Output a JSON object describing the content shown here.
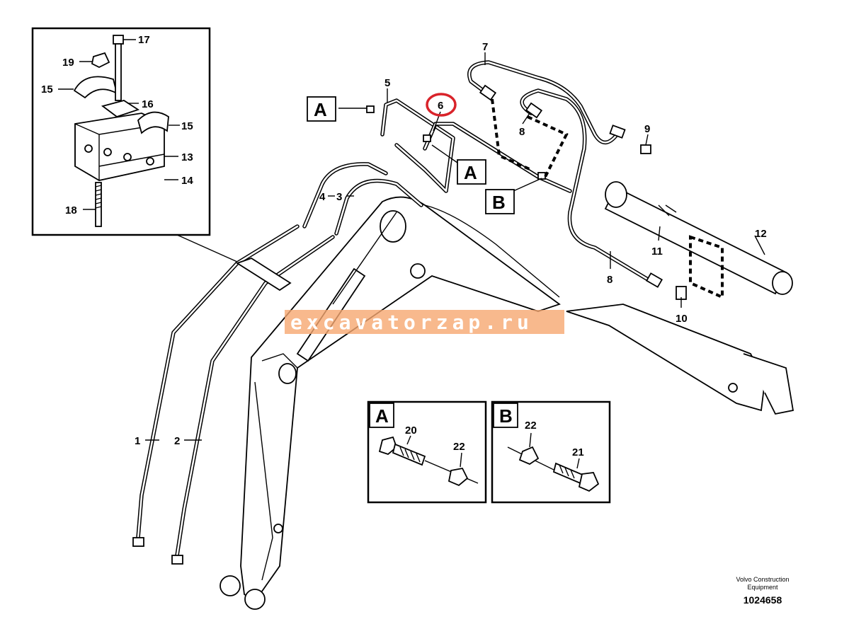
{
  "callouts": {
    "c1": "1",
    "c2": "2",
    "c3": "3",
    "c4": "4",
    "c5": "5",
    "c6": "6",
    "c7": "7",
    "c8a": "8",
    "c8b": "8",
    "c9": "9",
    "c10": "10",
    "c11": "11",
    "c12": "12",
    "c13": "13",
    "c14": "14",
    "c15a": "15",
    "c15b": "15",
    "c16": "16",
    "c17": "17",
    "c18": "18",
    "c19": "19",
    "c20": "20",
    "c21": "21",
    "c22a": "22",
    "c22b": "22"
  },
  "letters": {
    "A_main": "A",
    "A_pipe": "A",
    "B_pipe": "B",
    "A_detail": "A",
    "B_detail": "B"
  },
  "watermark": "excavatorzap.ru",
  "footer": {
    "company_line1": "Volvo Construction",
    "company_line2": "Equipment",
    "drawing_number": "1024658"
  },
  "highlight": {
    "callout": "6",
    "color": "#d9232a"
  },
  "colors": {
    "watermark": "#f6a870",
    "line": "#000000"
  }
}
